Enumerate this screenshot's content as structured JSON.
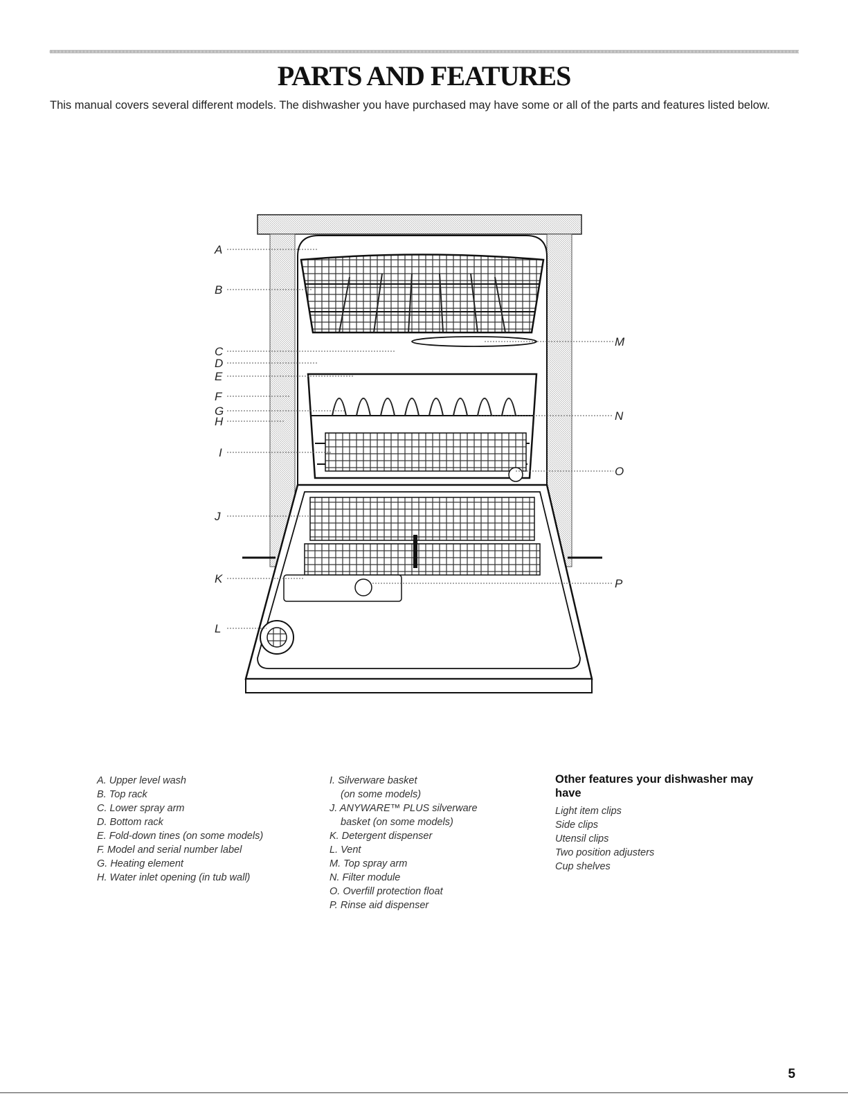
{
  "page": {
    "title": "PARTS AND FEATURES",
    "intro": "This manual covers several different models. The dishwasher you have purchased may have some or all of the parts and features listed below.",
    "page_number": "5"
  },
  "callouts": {
    "A": "A",
    "B": "B",
    "C": "C",
    "D": "D",
    "E": "E",
    "F": "F",
    "G": "G",
    "H": "H",
    "I": "I",
    "J": "J",
    "K": "K",
    "L": "L",
    "M": "M",
    "N": "N",
    "O": "O",
    "P": "P"
  },
  "legend_col1": [
    "A. Upper level wash",
    "B. Top rack",
    "C. Lower spray arm",
    "D. Bottom rack",
    "E. Fold-down tines (on some models)",
    "F. Model and serial number label",
    "G. Heating element",
    "H. Water inlet opening (in tub wall)"
  ],
  "legend_col2": [
    "I. Silverware basket",
    "(on some models)",
    "J. ANYWARE™ PLUS silverware",
    "basket (on some models)",
    "K. Detergent dispenser",
    "L. Vent",
    "M. Top spray arm",
    "N. Filter module",
    "O. Overfill protection float",
    "P. Rinse aid dispenser"
  ],
  "other_features": {
    "heading": "Other features your dishwasher may have",
    "items": [
      "Light item clips",
      "Side clips",
      "Utensil clips",
      "Two position adjusters",
      "Cup shelves"
    ]
  }
}
